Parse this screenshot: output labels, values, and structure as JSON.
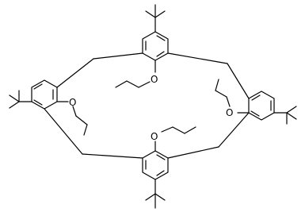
{
  "molecule": {
    "atom_labels": [
      "O",
      "O",
      "O",
      "O"
    ]
  },
  "colors": {
    "bond": "#000000",
    "background": "#ffffff"
  }
}
